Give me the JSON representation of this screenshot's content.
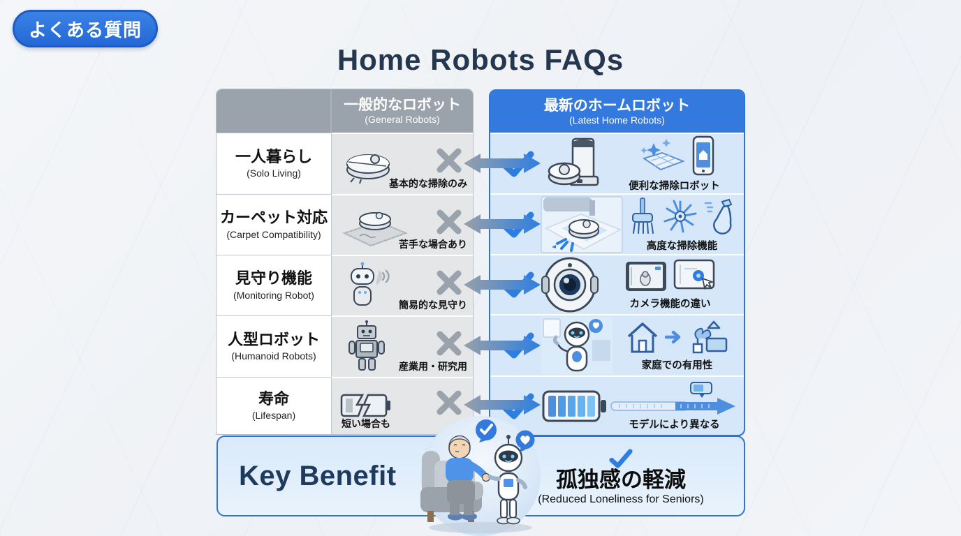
{
  "page": {
    "badge": "よくある質問",
    "title": "Home Robots FAQs"
  },
  "colors": {
    "accent_blue": "#2e7ee2",
    "header_blue": "#3379de",
    "header_gray": "#9aa2ab",
    "cell_gray": "#e4e6e8",
    "cell_blue": "#d5e7f8",
    "navy": "#25374f"
  },
  "glyphs": {
    "check": "✓",
    "cross": "✕",
    "heart": "♥"
  },
  "table": {
    "columns": {
      "general": {
        "ja": "一般的なロボット",
        "en": "(General Robots)"
      },
      "latest": {
        "ja": "最新のホームロボット",
        "en": "(Latest Home Robots)"
      }
    },
    "rows": [
      {
        "label_ja": "一人暮らし",
        "label_en": "(Solo Living)",
        "general_note": "基本的な掃除のみ",
        "latest_note": "便利な掃除ロボット"
      },
      {
        "label_ja": "カーペット対応",
        "label_en": "(Carpet Compatibility)",
        "general_note": "苦手な場合あり",
        "latest_note": "高度な掃除機能"
      },
      {
        "label_ja": "見守り機能",
        "label_en": "(Monitoring Robot)",
        "general_note": "簡易的な見守り",
        "latest_note": "カメラ機能の違い"
      },
      {
        "label_ja": "人型ロボット",
        "label_en": "(Humanoid Robots)",
        "general_note": "産業用・研究用",
        "latest_note": "家庭での有用性"
      },
      {
        "label_ja": "寿命",
        "label_en": "(Lifespan)",
        "general_note": "短い場合も",
        "latest_note": "モデルにより異なる"
      }
    ]
  },
  "benefit": {
    "label": "Key Benefit",
    "ja": "孤独感の軽減",
    "en": "(Reduced Loneliness for Seniors)"
  }
}
